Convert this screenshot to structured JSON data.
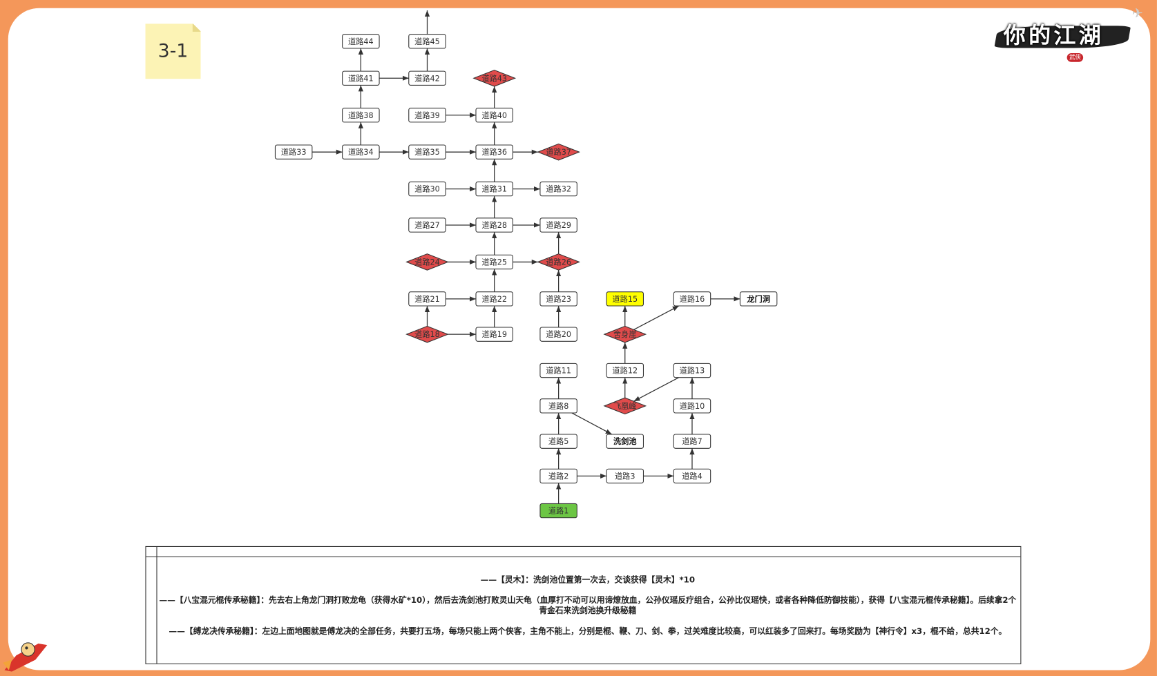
{
  "sticky_label": "3-1",
  "logo": {
    "title": "你的江湖",
    "seal": "武侠"
  },
  "colors": {
    "frame": "#f4975a",
    "diamond": "#e04b4b",
    "start": "#6cc644",
    "highlight": "#ffff00"
  },
  "nodes": [
    {
      "id": "r44",
      "label": "道路44",
      "type": "box"
    },
    {
      "id": "r45",
      "label": "道路45",
      "type": "box"
    },
    {
      "id": "r41",
      "label": "道路41",
      "type": "box"
    },
    {
      "id": "r42",
      "label": "道路42",
      "type": "box"
    },
    {
      "id": "r43",
      "label": "道路43",
      "type": "diamond"
    },
    {
      "id": "r38",
      "label": "道路38",
      "type": "box"
    },
    {
      "id": "r39",
      "label": "道路39",
      "type": "box"
    },
    {
      "id": "r40",
      "label": "道路40",
      "type": "box"
    },
    {
      "id": "r33",
      "label": "道路33",
      "type": "box"
    },
    {
      "id": "r34",
      "label": "道路34",
      "type": "box"
    },
    {
      "id": "r35",
      "label": "道路35",
      "type": "box"
    },
    {
      "id": "r36",
      "label": "道路36",
      "type": "box"
    },
    {
      "id": "r37",
      "label": "道路37",
      "type": "diamond"
    },
    {
      "id": "r30",
      "label": "道路30",
      "type": "box"
    },
    {
      "id": "r31",
      "label": "道路31",
      "type": "box"
    },
    {
      "id": "r32",
      "label": "道路32",
      "type": "box"
    },
    {
      "id": "r27",
      "label": "道路27",
      "type": "box"
    },
    {
      "id": "r28",
      "label": "道路28",
      "type": "box"
    },
    {
      "id": "r29",
      "label": "道路29",
      "type": "box"
    },
    {
      "id": "r24",
      "label": "道路24",
      "type": "diamond"
    },
    {
      "id": "r25",
      "label": "道路25",
      "type": "box"
    },
    {
      "id": "r26",
      "label": "道路26",
      "type": "diamond"
    },
    {
      "id": "r21",
      "label": "道路21",
      "type": "box"
    },
    {
      "id": "r22",
      "label": "道路22",
      "type": "box"
    },
    {
      "id": "r23",
      "label": "道路23",
      "type": "box"
    },
    {
      "id": "r15",
      "label": "道路15",
      "type": "highlight"
    },
    {
      "id": "r16",
      "label": "道路16",
      "type": "box"
    },
    {
      "id": "lmd",
      "label": "龙门洞",
      "type": "bold"
    },
    {
      "id": "r18",
      "label": "道路18",
      "type": "diamond"
    },
    {
      "id": "r19",
      "label": "道路19",
      "type": "box"
    },
    {
      "id": "r20",
      "label": "道路20",
      "type": "box"
    },
    {
      "id": "ssy",
      "label": "舍身崖",
      "type": "diamond"
    },
    {
      "id": "r11",
      "label": "道路11",
      "type": "box"
    },
    {
      "id": "r12",
      "label": "道路12",
      "type": "box"
    },
    {
      "id": "r13",
      "label": "道路13",
      "type": "box"
    },
    {
      "id": "r8",
      "label": "道路8",
      "type": "box"
    },
    {
      "id": "fhf",
      "label": "飞凰峰",
      "type": "diamond"
    },
    {
      "id": "r10",
      "label": "道路10",
      "type": "box"
    },
    {
      "id": "r5",
      "label": "道路5",
      "type": "box"
    },
    {
      "id": "xjc",
      "label": "洗剑池",
      "type": "bold"
    },
    {
      "id": "r7",
      "label": "道路7",
      "type": "box"
    },
    {
      "id": "r2",
      "label": "道路2",
      "type": "box"
    },
    {
      "id": "r3",
      "label": "道路3",
      "type": "box"
    },
    {
      "id": "r4",
      "label": "道路4",
      "type": "box"
    },
    {
      "id": "r1",
      "label": "道路1",
      "type": "start"
    }
  ],
  "edges": [
    [
      "r1",
      "r2"
    ],
    [
      "r2",
      "r5"
    ],
    [
      "r2",
      "r3"
    ],
    [
      "r3",
      "r4"
    ],
    [
      "r4",
      "r7"
    ],
    [
      "r7",
      "r10"
    ],
    [
      "r10",
      "r13"
    ],
    [
      "r13",
      "fhf"
    ],
    [
      "fhf",
      "r12"
    ],
    [
      "r12",
      "ssy"
    ],
    [
      "ssy",
      "r15"
    ],
    [
      "ssy",
      "r16"
    ],
    [
      "r16",
      "lmd"
    ],
    [
      "r5",
      "r8"
    ],
    [
      "r8",
      "xjc"
    ],
    [
      "r8",
      "r11"
    ],
    [
      "r20",
      "r23"
    ],
    [
      "r23",
      "r26"
    ],
    [
      "r26",
      "r29"
    ],
    [
      "r25",
      "r26"
    ],
    [
      "r18",
      "r21"
    ],
    [
      "r18",
      "r19"
    ],
    [
      "r19",
      "r22"
    ],
    [
      "r21",
      "r22"
    ],
    [
      "r22",
      "r25"
    ],
    [
      "r24",
      "r25"
    ],
    [
      "r25",
      "r28"
    ],
    [
      "r27",
      "r28"
    ],
    [
      "r28",
      "r29"
    ],
    [
      "r28",
      "r31"
    ],
    [
      "r30",
      "r31"
    ],
    [
      "r31",
      "r32"
    ],
    [
      "r31",
      "r36"
    ],
    [
      "r35",
      "r36"
    ],
    [
      "r34",
      "r35"
    ],
    [
      "r33",
      "r34"
    ],
    [
      "r34",
      "r38"
    ],
    [
      "r36",
      "r37"
    ],
    [
      "r36",
      "r40"
    ],
    [
      "r39",
      "r40"
    ],
    [
      "r40",
      "r43"
    ],
    [
      "r38",
      "r41"
    ],
    [
      "r41",
      "r42"
    ],
    [
      "r41",
      "r44"
    ],
    [
      "r42",
      "r45"
    ],
    [
      "r45",
      "up"
    ]
  ],
  "notes": [
    "——【灵木】：洗剑池位置第一次去，交谈获得【灵木】*10",
    "——【八宝混元棍传承秘籍】：先去右上角龙门洞打败龙龟（获得水矿*10），然后去洗剑池打败灵山天龟（血厚打不动可以用谛燎放血，公孙仪瑶反疗组合，公孙比仪瑶快，或者各种降低防御技能），获得【八宝混元棍传承秘籍】。后续拿2个青金石来洗剑池换升级秘籍",
    "——【缚龙决传承秘籍】：左边上面地图就是傅龙决的全部任务，共要打五场，每场只能上两个侠客，主角不能上，分别是棍、鞭、刀、剑、拳，过关难度比较高，可以红装多了回来打。每场奖励为【神行令】x3，棍不给，总共12个。"
  ]
}
